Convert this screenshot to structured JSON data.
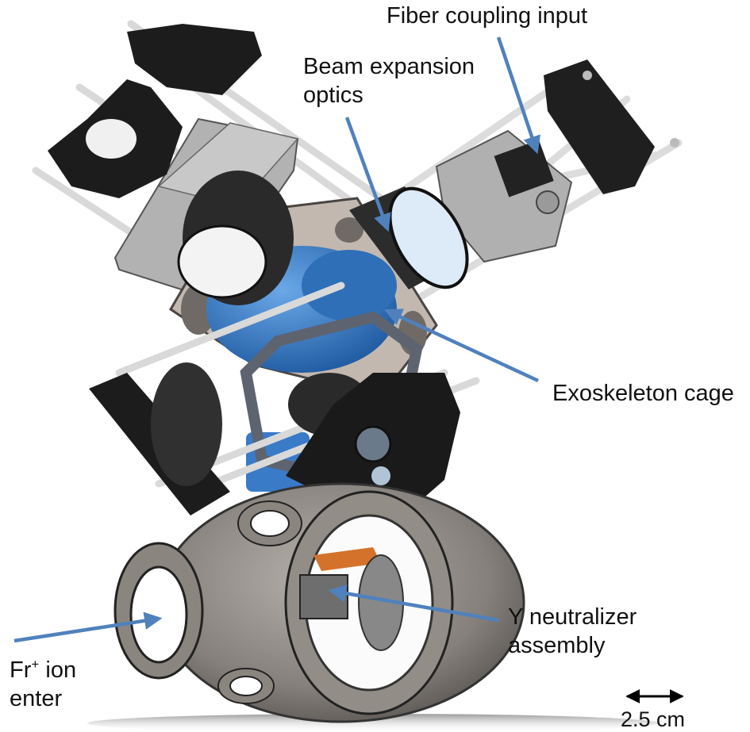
{
  "colors": {
    "arrow": "#4f81bd",
    "blue_parts": "#3a7bc8",
    "black_parts": "#1c1c1c",
    "rods": "#e6e6e6",
    "aluminum": "#a9a9a9",
    "cage": "#b8aea6",
    "chamber": "#8c8782",
    "orange_part": "#d4722c"
  },
  "labels": {
    "fiber": {
      "line1": "Fiber coupling input"
    },
    "beam": {
      "line1": "Beam expansion",
      "line2": "optics"
    },
    "exo": {
      "line1": "Exoskeleton cage"
    },
    "yneut": {
      "line1": "Y neutralizer",
      "line2": "assembly"
    },
    "fr": {
      "ion_symbol": "Fr",
      "ion_charge": "+",
      "ion_word": " ion",
      "line2": "enter"
    },
    "scale": {
      "text": "2.5 cm"
    }
  }
}
